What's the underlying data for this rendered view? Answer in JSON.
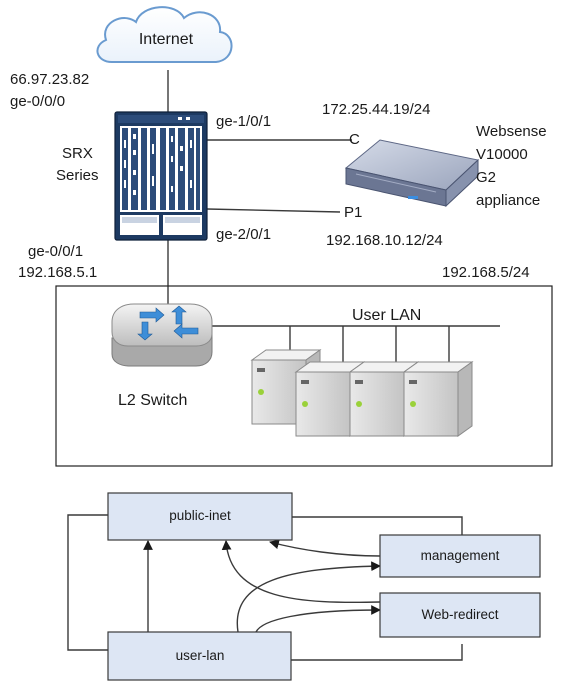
{
  "topology": {
    "cloud_label": "Internet",
    "srx_external_ip": "66.97.23.82",
    "srx_external_port": "ge-0/0/0",
    "srx_name_line1": "SRX",
    "srx_name_line2": "Series",
    "port_to_websense_c": "ge-1/0/1",
    "port_to_websense_p1": "ge-2/0/1",
    "websense_ip_c": "172.25.44.19/24",
    "websense_c_label": "C",
    "websense_p1_label": "P1",
    "websense_ip_p1": "192.168.10.12/24",
    "websense_name_lines": [
      "Websense",
      "V10000",
      "G2",
      "appliance"
    ],
    "srx_internal_port": "ge-0/0/1",
    "srx_internal_ip": "192.168.5.1",
    "lan_subnet": "192.168.5/24",
    "lan_label": "User LAN",
    "switch_label": "L2 Switch",
    "server_count": 4
  },
  "zones": {
    "public_inet": "public-inet",
    "management": "management",
    "web_redirect": "Web-redirect",
    "user_lan": "user-lan"
  },
  "colors": {
    "cloud_fill": "#ffffff",
    "cloud_stroke": "#6a9bd0",
    "srx_body": "#1d3a62",
    "zone_fill": "#dde6f4",
    "appliance_body": "#b4bdd2"
  }
}
